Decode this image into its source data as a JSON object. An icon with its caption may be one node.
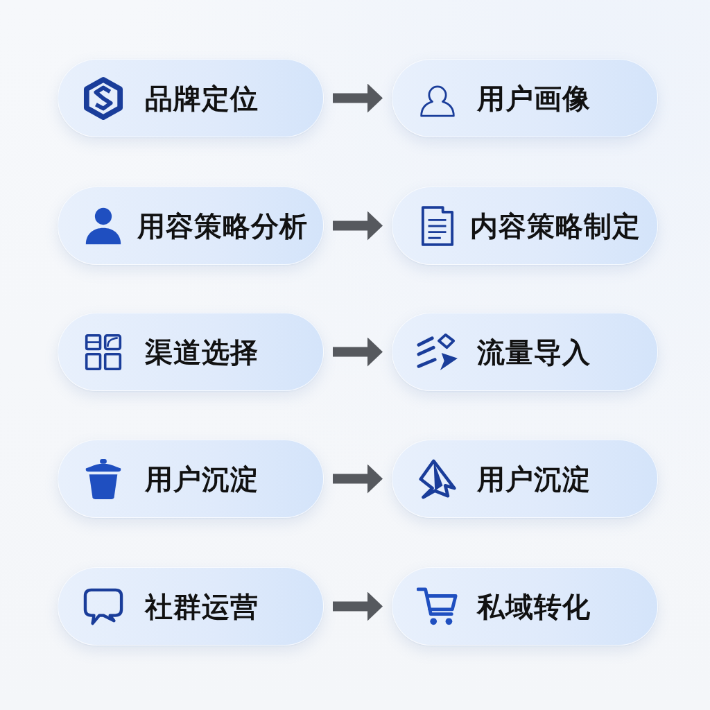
{
  "diagram": {
    "nodes": [
      {
        "text": [
          "品牌定位"
        ]
      },
      {
        "text": [
          "用户画像"
        ]
      },
      {
        "text": [
          "用容策略分析"
        ]
      },
      {
        "text": [
          "内容策略制定"
        ]
      },
      {
        "text": [
          "渠道选择"
        ]
      },
      {
        "text": [
          "流量导入"
        ]
      },
      {
        "text": [
          "用户沉淀"
        ]
      },
      {
        "text": [
          "用户沉淀"
        ]
      },
      {
        "text": [
          "社群运营"
        ]
      },
      {
        "text": [
          "私域转化"
        ]
      }
    ],
    "edges": [
      {
        "from": 0,
        "to": 1,
        "arrow": "to"
      },
      {
        "from": 2,
        "to": 3,
        "arrow": "to"
      },
      {
        "from": 4,
        "to": 5,
        "arrow": "to"
      },
      {
        "from": 6,
        "to": 7,
        "arrow": "to"
      },
      {
        "from": 8,
        "to": 9,
        "arrow": "to"
      }
    ]
  }
}
